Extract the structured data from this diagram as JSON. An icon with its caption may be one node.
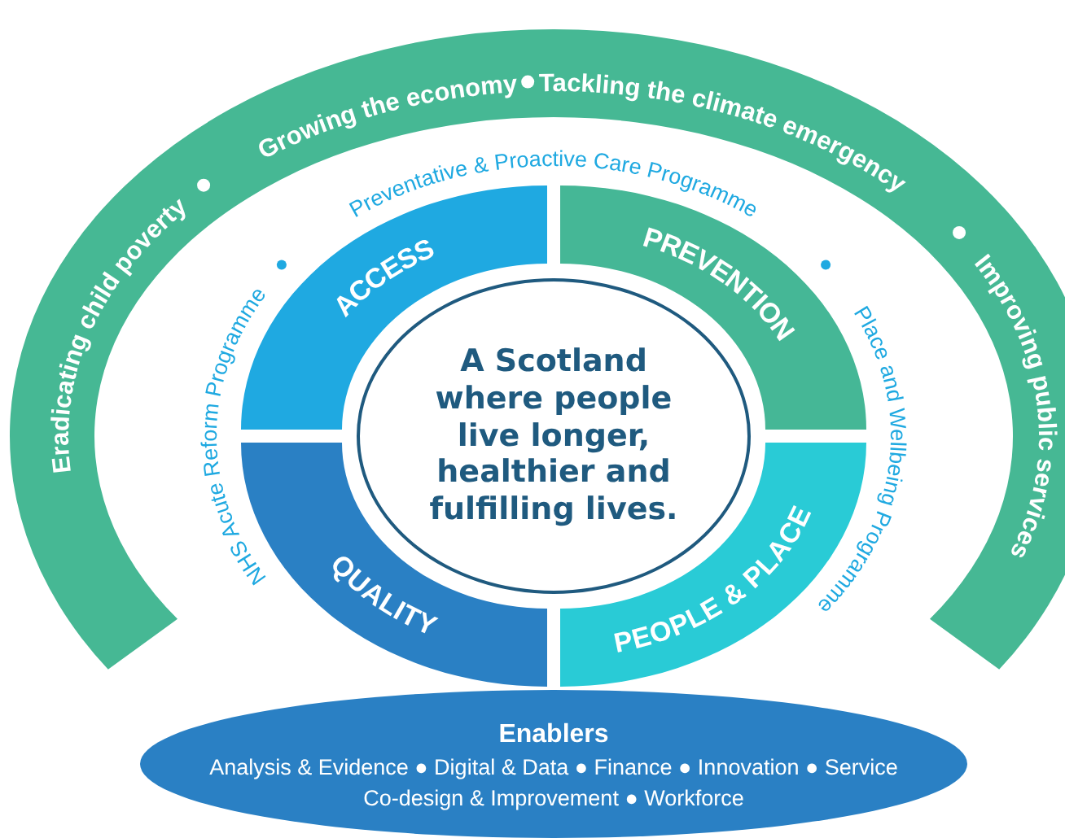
{
  "diagram": {
    "nodes": [
      {
        "text": [
          "Eradicating child poverty",
          "Growing the economy",
          "Tackling the climate emergency",
          "Improving public services"
        ]
      },
      {
        "text": [
          "ACCESS"
        ]
      },
      {
        "text": [
          "PREVENTION"
        ]
      },
      {
        "text": [
          "QUALITY"
        ]
      },
      {
        "text": [
          "PEOPLE & PLACE"
        ]
      },
      {
        "text": [
          "A Scotland where people live longer, healthier and fulfilling lives."
        ]
      },
      {
        "text": [
          "Enablers",
          "Analysis & Evidence ● Digital & Data ● Finance ● Innovation ● Service Co-design & Improvement ● Workforce"
        ]
      }
    ],
    "labels": [
      "NHS Acute Reform Programme",
      "Preventative & Proactive Care Programme",
      "Place and Wellbeing Programme"
    ]
  }
}
